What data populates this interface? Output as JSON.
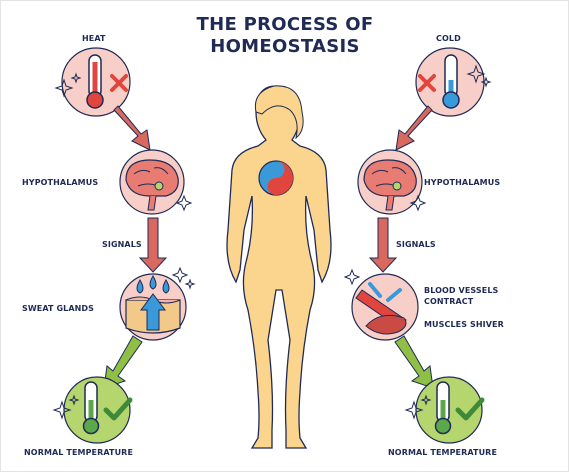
{
  "title_line1": "THE PROCESS OF",
  "title_line2": "HOMEOSTASIS",
  "left": {
    "top": "HEAT",
    "hypothalamus": "HYPOTHALAMUS",
    "signals": "SIGNALS",
    "effector": "SWEAT GLANDS",
    "result": "NORMAL TEMPERATURE"
  },
  "right": {
    "top": "COLD",
    "hypothalamus": "HYPOTHALAMUS",
    "signals": "SIGNALS",
    "effector_line1": "BLOOD VESSELS",
    "effector_line2": "CONTRACT",
    "effector2": "MUSCLES SHIVER",
    "result": "NORMAL TEMPERATURE"
  },
  "colors": {
    "navy": "#1f2a55",
    "pink_circle": "#f8cfc8",
    "arrow_red": "#d9685e",
    "green_circle": "#b5d66e",
    "green_arrow": "#8fbf45",
    "body": "#fbd58d",
    "hot": "#e0463e",
    "cold": "#3a9ad9"
  },
  "icons": [
    "thermometer-icon",
    "x-icon",
    "brain-icon",
    "water-drop-icon",
    "check-icon",
    "sparkle-icon",
    "yin-yang-icon"
  ]
}
